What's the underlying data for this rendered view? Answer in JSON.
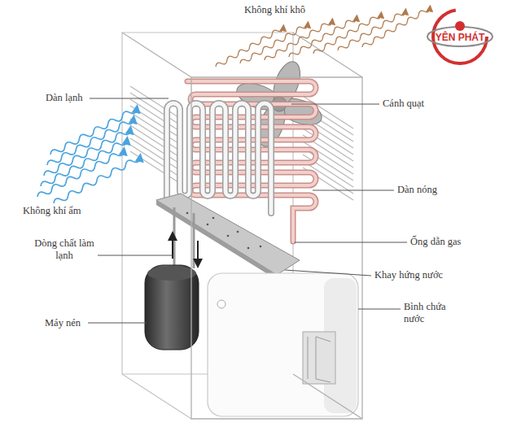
{
  "diagram": {
    "labels": [
      "Không khí khô",
      "Dàn lạnh",
      "Cánh quạt",
      "Dàn nóng",
      "Không khí ẩm",
      "Dòng chất làm lạnh",
      "Ống dẫn gas",
      "Khay hứng nước",
      "Máy nén",
      "Bình chứa nước",
      "YÊN PHÁT"
    ]
  }
}
